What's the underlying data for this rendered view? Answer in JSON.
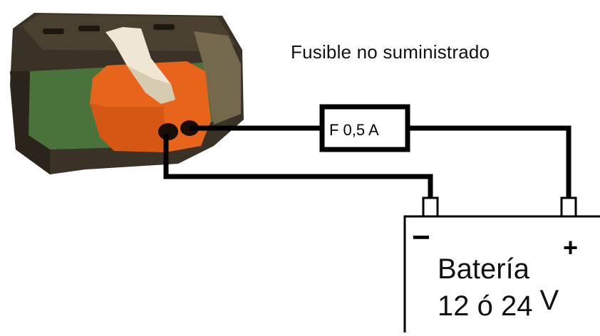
{
  "note": "Fusible no suministrado",
  "fuse": {
    "label": "F 0,5 A"
  },
  "battery": {
    "minus": "−",
    "plus": "+",
    "name": "Batería",
    "voltage": "12 ó 24",
    "voltage_unit": "V"
  },
  "colors": {
    "connector_orange": "#e8641a",
    "lever_cream": "#efe6d4",
    "housing_dark": "#3a3226",
    "pcb_green": "#4d7a3e",
    "wire": "#000000"
  }
}
